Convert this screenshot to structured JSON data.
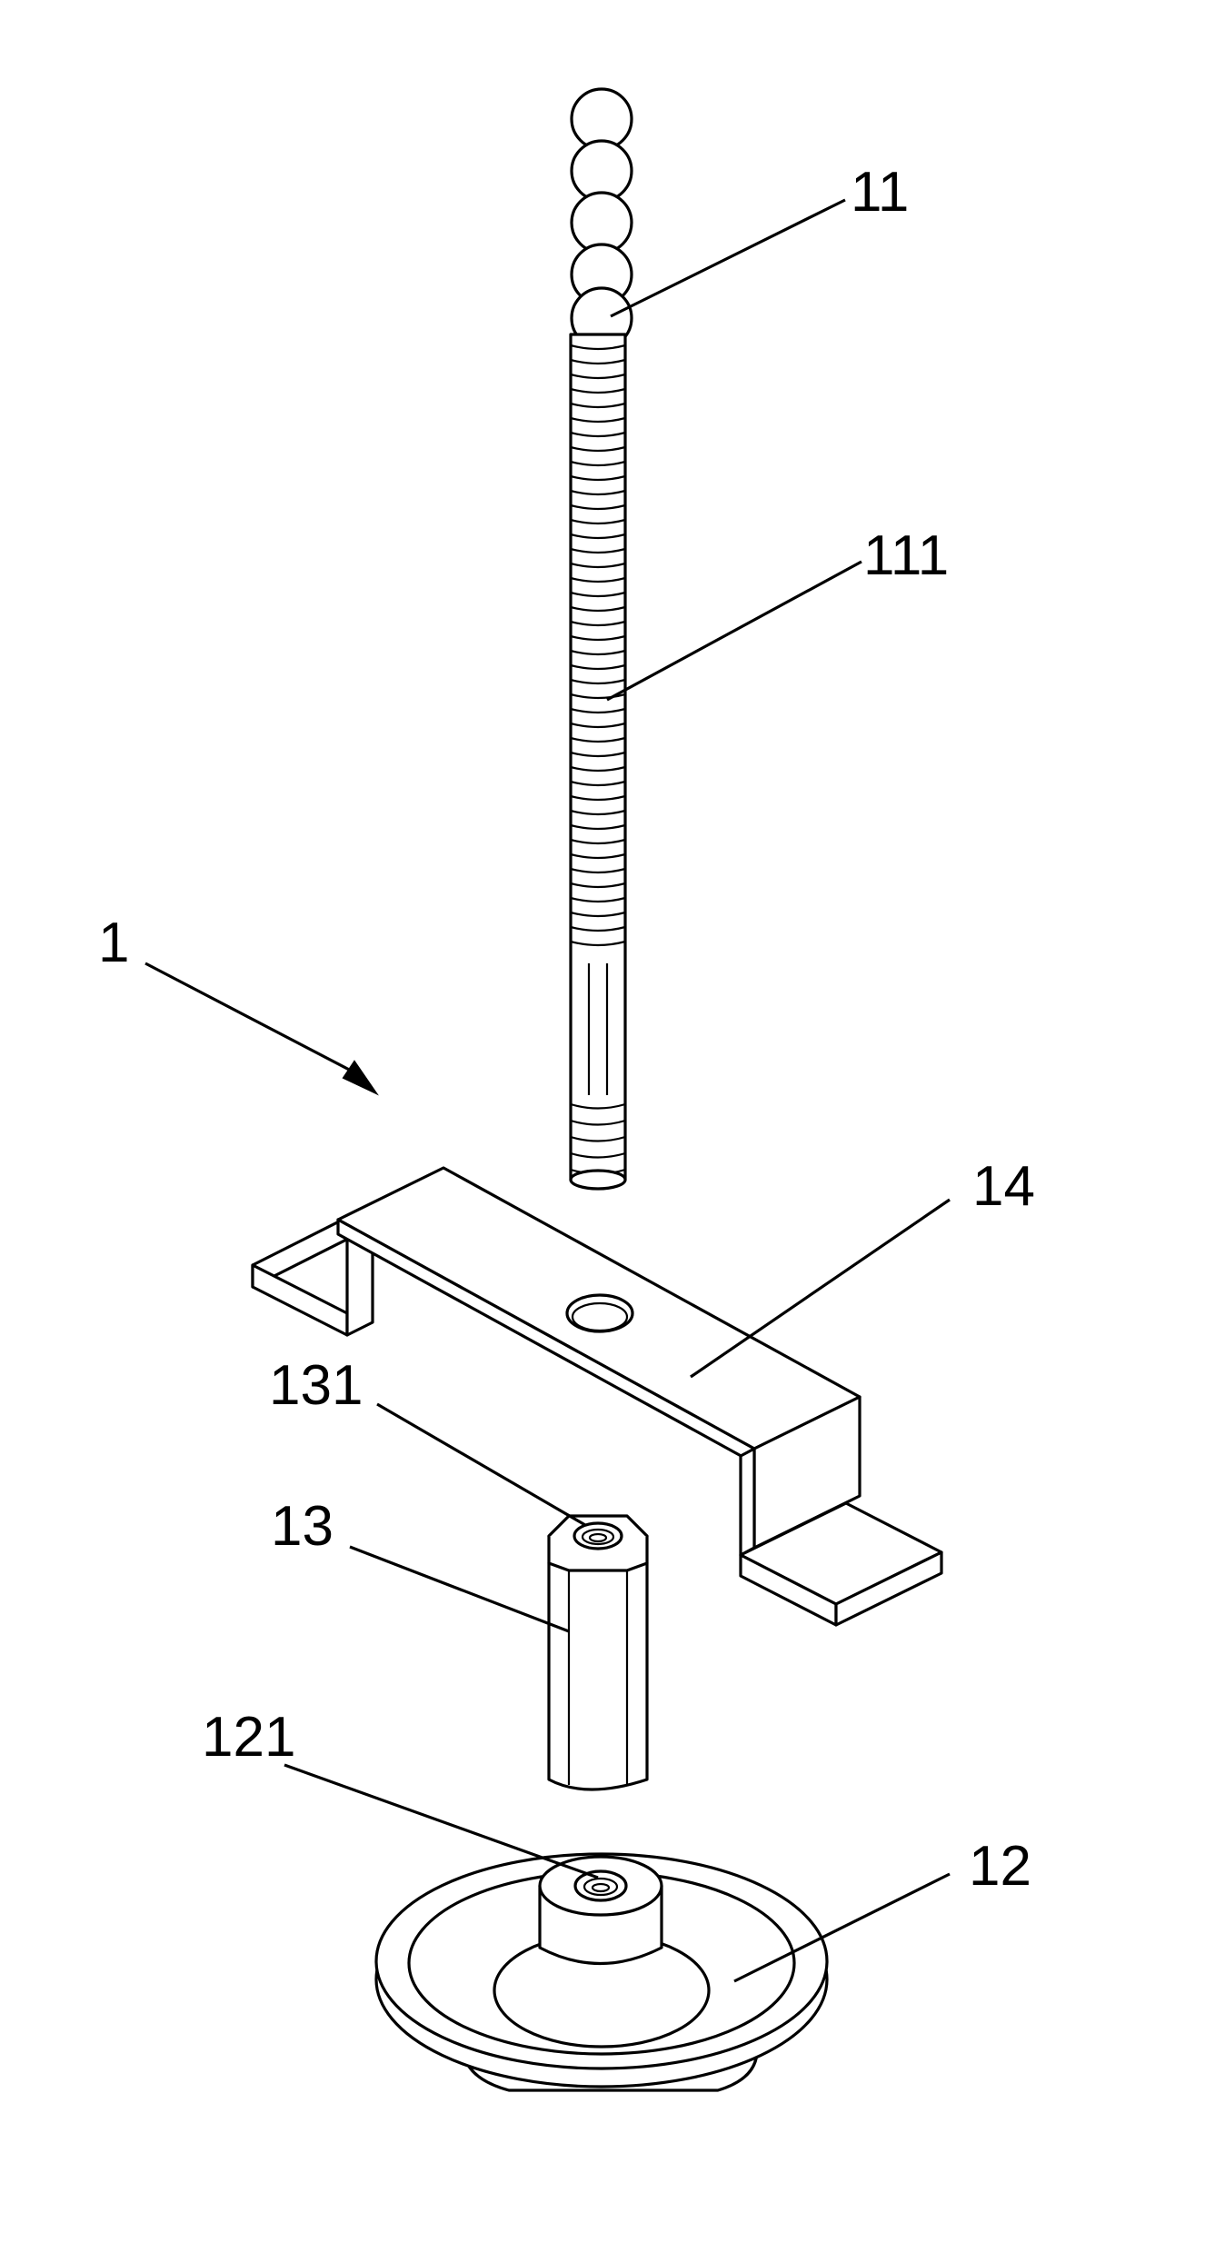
{
  "figure": {
    "labels": {
      "assembly": "1",
      "ball_chain": "11",
      "threaded_section": "111",
      "bracket": "14",
      "nut_hole": "131",
      "hex_nut": "13",
      "base_hole": "121",
      "suction_base": "12"
    }
  }
}
